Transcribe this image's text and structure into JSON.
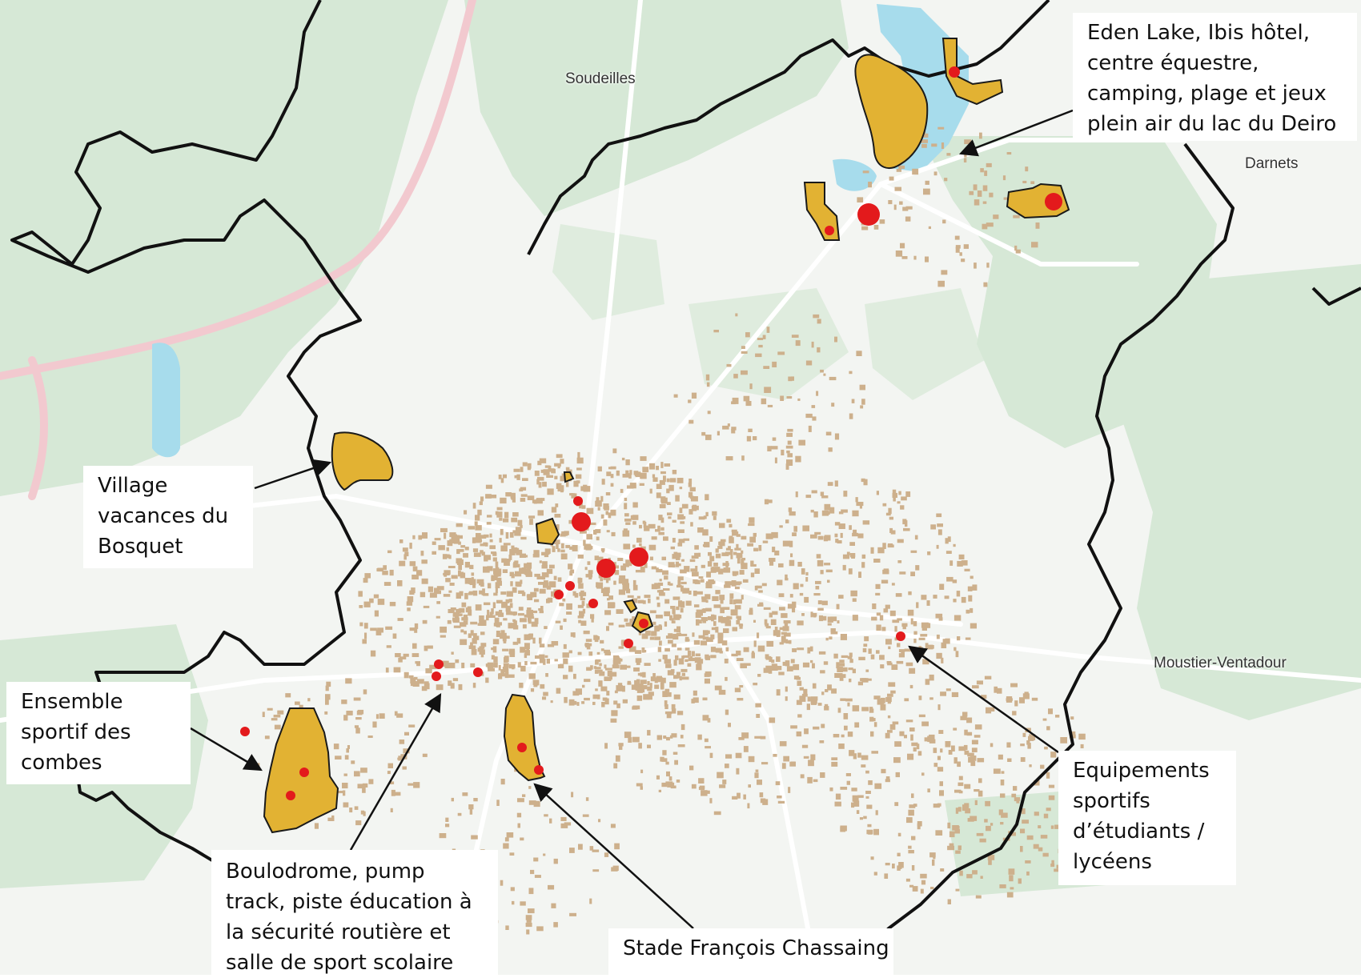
{
  "map": {
    "place_labels": {
      "soudeilles": "Soudeilles",
      "darnets": "Darnets",
      "moustier": "Moustier-Ventadour"
    },
    "colors": {
      "background": "#f3f5f2",
      "forest": "#d6e8d6",
      "water": "#a7dcec",
      "facility_area": "#e2b233",
      "facility_outline": "#1a1a1a",
      "facility_point": "#e31a1c",
      "commune_boundary": "#111111",
      "buildings": "#cdb08c",
      "motorway": "#f2c9cf"
    },
    "callouts": {
      "eden_lake": [
        "Eden Lake, Ibis hôtel,",
        "centre équestre,",
        "camping, plage et jeux",
        "plein air du lac du Deiro"
      ],
      "village_vacances": [
        "Village",
        "vacances du",
        "Bosquet"
      ],
      "ensemble_sportif": [
        "Ensemble",
        "sportif des",
        "combes"
      ],
      "boulodrome": [
        "Boulodrome, pump",
        "track, piste éducation à",
        "la sécurité routière et",
        "salle de sport scolaire"
      ],
      "stade": [
        "Stade François Chassaing"
      ],
      "equipements": [
        "Equipements",
        "sportifs",
        "d’étudiants /",
        "lycéens"
      ]
    }
  }
}
